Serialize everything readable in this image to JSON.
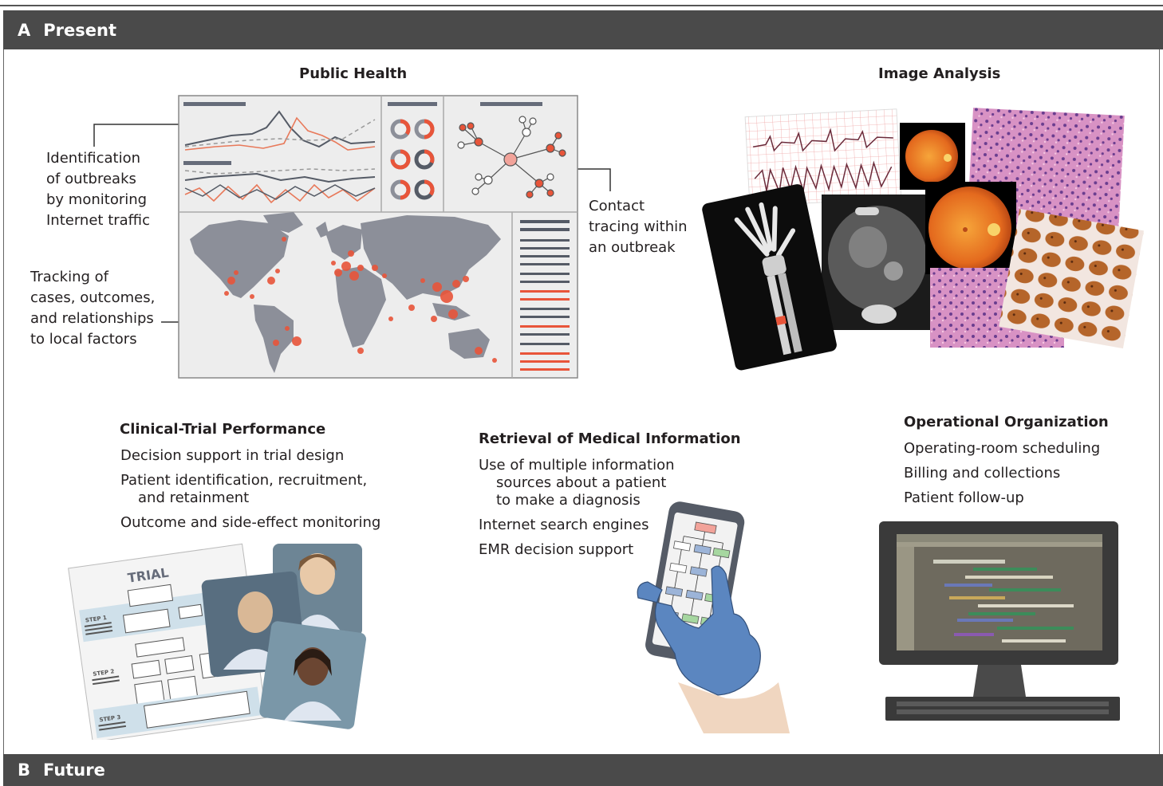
{
  "panel_a": {
    "letter": "A",
    "title": "Present"
  },
  "panel_b": {
    "letter": "B",
    "title": "Future"
  },
  "public_health": {
    "title": "Public Health",
    "outbreak_label": [
      "Identification",
      "of outbreaks",
      "by monitoring",
      "Internet traffic"
    ],
    "tracking_label": [
      "Tracking of",
      "cases, outcomes,",
      "and relationships",
      "to local factors"
    ],
    "contact_label": [
      "Contact",
      "tracing within",
      "an outbreak"
    ]
  },
  "image_analysis": {
    "title": "Image Analysis"
  },
  "clinical_trial": {
    "title": "Clinical-Trial Performance",
    "items": [
      [
        "Decision support in trial design"
      ],
      [
        "Patient identification, recruitment,",
        "and retainment"
      ],
      [
        "Outcome and side-effect monitoring"
      ]
    ],
    "form": {
      "title": "TRIAL",
      "step1": "STEP 1",
      "step2": "STEP 2",
      "step3": "STEP 3"
    }
  },
  "retrieval": {
    "title": "Retrieval of Medical Information",
    "items": [
      [
        "Use of multiple information",
        "sources about a patient",
        "to make a diagnosis"
      ],
      [
        "Internet search engines"
      ],
      [
        "EMR decision support"
      ]
    ]
  },
  "operational": {
    "title": "Operational Organization",
    "items": [
      [
        "Operating-room scheduling"
      ],
      [
        "Billing and collections"
      ],
      [
        "Patient follow-up"
      ]
    ]
  },
  "colors": {
    "accent": "#e8553a",
    "panel_bar": "#4a4a4a",
    "dashboard_bg": "#ededed",
    "map": "#8c8f99",
    "glove": "#5b86c0"
  }
}
